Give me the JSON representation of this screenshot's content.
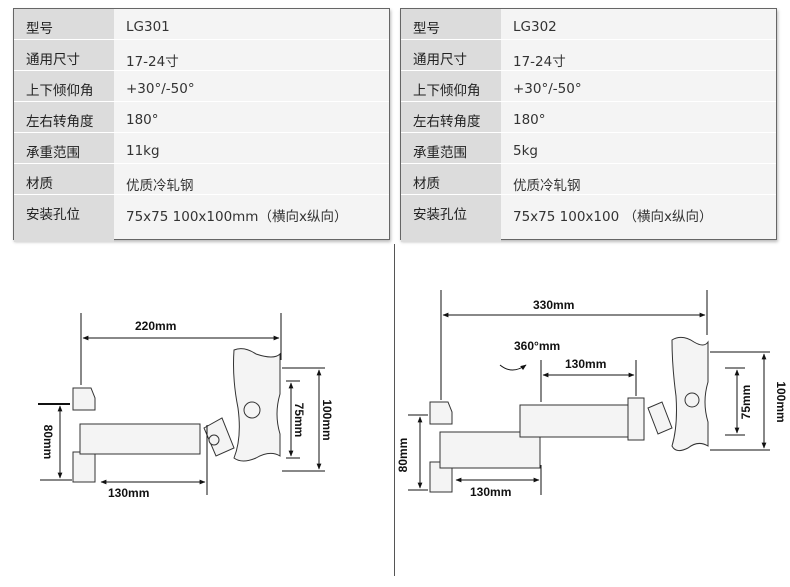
{
  "tables": [
    {
      "rows": [
        {
          "label": "型号",
          "value": "LG301"
        },
        {
          "label": "通用尺寸",
          "value": "17-24寸"
        },
        {
          "label": "上下倾仰角",
          "value": "+30°/-50°"
        },
        {
          "label": "左右转角度",
          "value": "180°"
        },
        {
          "label": "承重范围",
          "value": "11kg"
        },
        {
          "label": "材质",
          "value": "优质冷轧钢"
        },
        {
          "label": "安装孔位",
          "value": "75x75 100x100mm（横向x纵向）"
        }
      ]
    },
    {
      "rows": [
        {
          "label": "型号",
          "value": "LG302"
        },
        {
          "label": "通用尺寸",
          "value": "17-24寸"
        },
        {
          "label": "上下倾仰角",
          "value": "+30°/-50°"
        },
        {
          "label": "左右转角度",
          "value": "180°"
        },
        {
          "label": "承重范围",
          "value": "5kg"
        },
        {
          "label": "材质",
          "value": "优质冷轧钢"
        },
        {
          "label": "安装孔位",
          "value": "75x75 100x100 （横向x纵向）"
        }
      ]
    }
  ],
  "diagrams": [
    {
      "total_width": "220mm",
      "arm_length": "130mm",
      "wall_height": "80mm",
      "vesa_small": "75mm",
      "vesa_large": "100mm"
    },
    {
      "total_width": "330mm",
      "rotation": "360°mm",
      "arm_length_1": "130mm",
      "arm_length_2": "130mm",
      "wall_height": "80mm",
      "vesa_small": "75mm",
      "vesa_large": "100mm"
    }
  ]
}
